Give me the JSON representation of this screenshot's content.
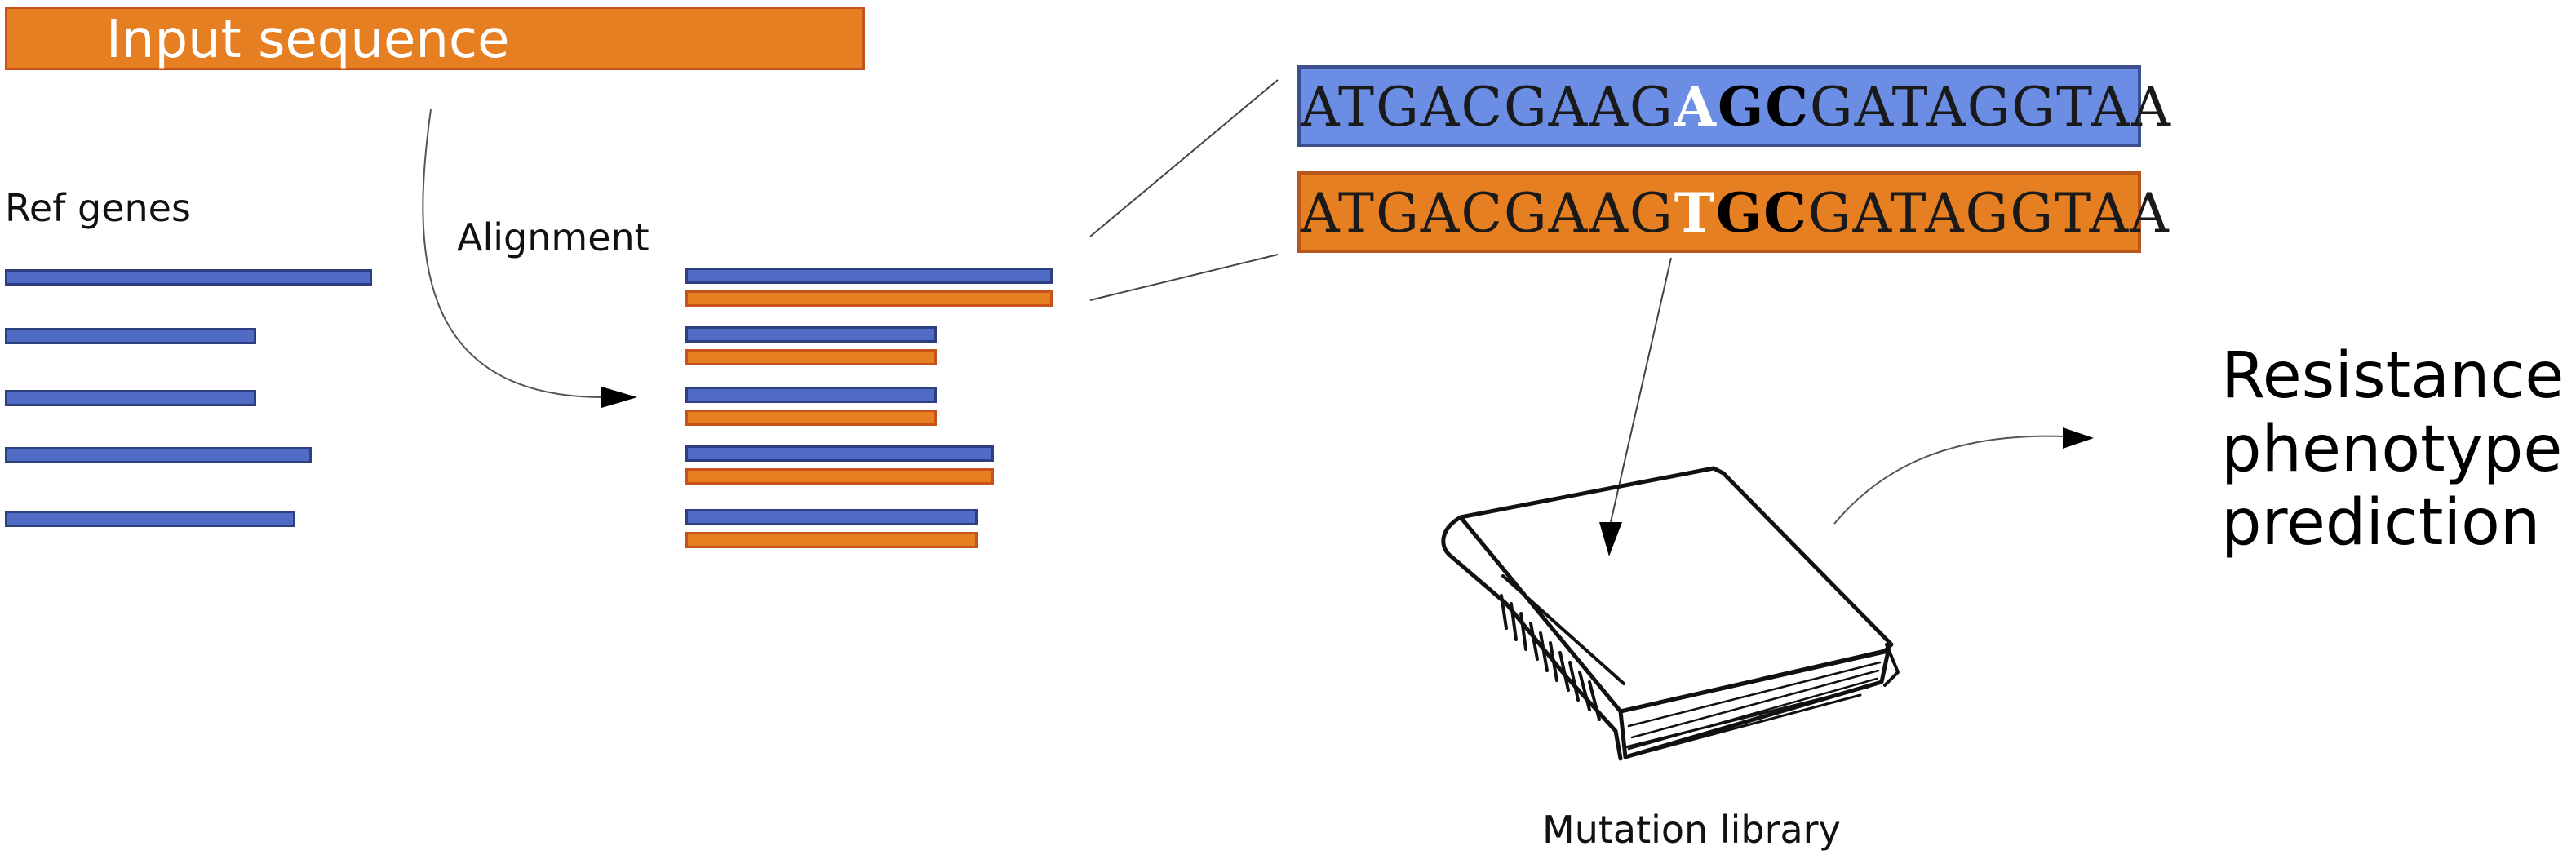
{
  "input": {
    "label": "Input sequence"
  },
  "ref_genes": {
    "label": "Ref genes"
  },
  "alignment": {
    "label": "Alignment"
  },
  "sequences": {
    "reference": {
      "prefix": "ATGACGAAG",
      "mutant": "A",
      "bold": "GC",
      "suffix": "GATAGGTAA"
    },
    "query": {
      "prefix": "ATGACGAAG",
      "mutant": "T",
      "bold": "GC",
      "suffix": "GATAGGTAA"
    }
  },
  "library": {
    "label": "Mutation library"
  },
  "result": {
    "line1": "Resistance",
    "line2": "phenotype",
    "line3": "prediction"
  },
  "colors": {
    "blue": "#4f6bc4",
    "orange": "#e67e22",
    "blue_border": "#2e3f80",
    "orange_border": "#c9521a"
  }
}
